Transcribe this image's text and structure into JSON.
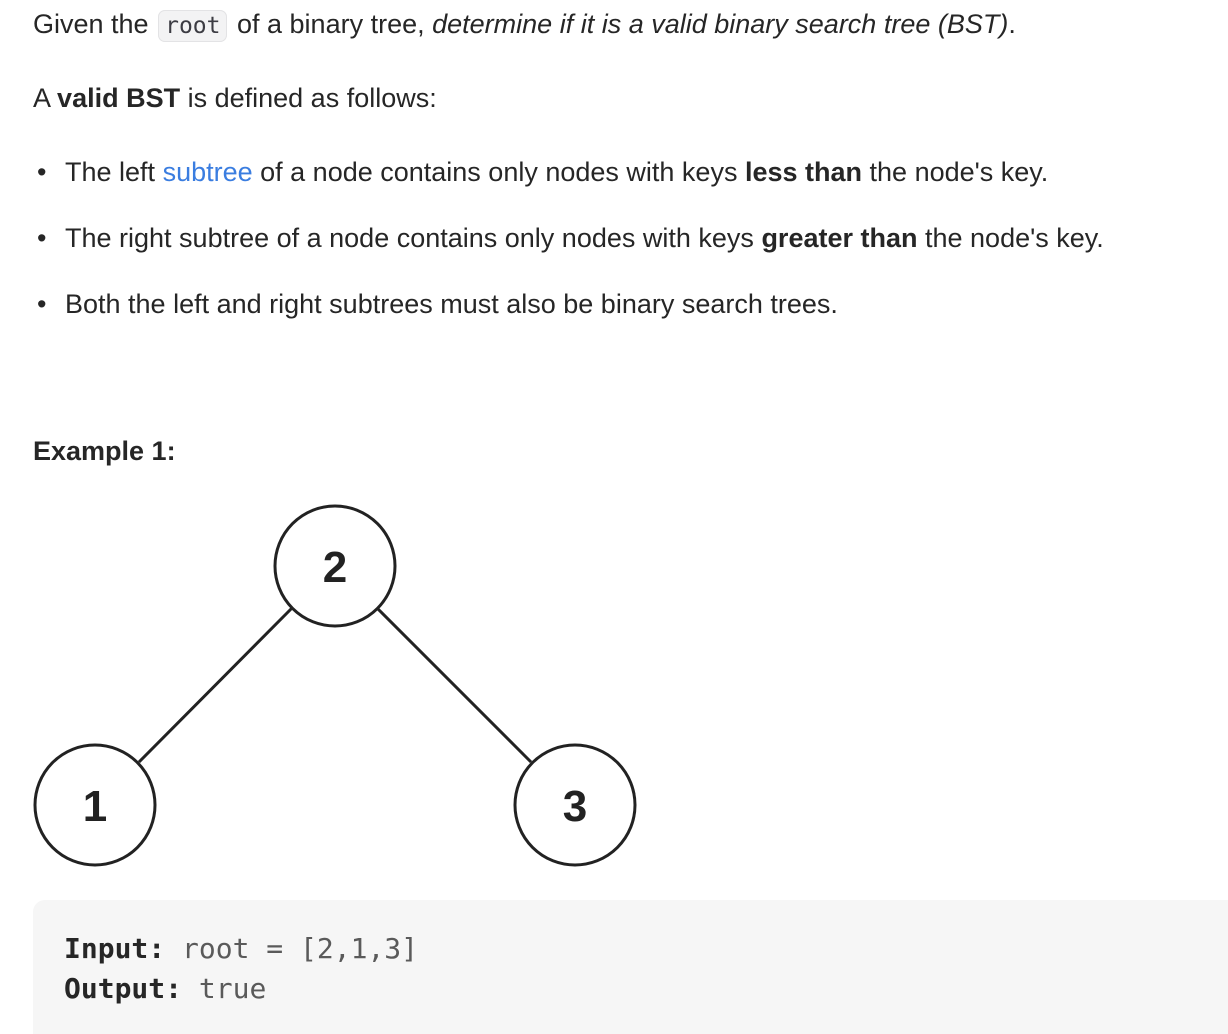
{
  "intro": {
    "prefix": "Given the",
    "code": "root",
    "middle": "of a binary tree,",
    "emphasis": "determine if it is a valid binary search tree (BST)",
    "suffix": "."
  },
  "definition": {
    "prefix": "A",
    "bold": "valid BST",
    "suffix": "is defined as follows:"
  },
  "rules": [
    {
      "pre": "The left",
      "link": "subtree",
      "mid": "of a node contains only nodes with keys",
      "bold": "less than",
      "post": "the node's key."
    },
    {
      "pre": "The right subtree of a node contains only nodes with keys",
      "bold": "greater than",
      "post": "the node's key."
    },
    {
      "pre": "Both the left and right subtrees must also be binary search trees."
    }
  ],
  "example": {
    "title": "Example 1:",
    "nodes": [
      "2",
      "1",
      "3"
    ],
    "input_label": "Input:",
    "input_value": "root = [2,1,3]",
    "output_label": "Output:",
    "output_value": "true"
  },
  "colors": {
    "link": "#3a7de0",
    "text": "#262626",
    "code_bg": "#f6f6f6"
  }
}
